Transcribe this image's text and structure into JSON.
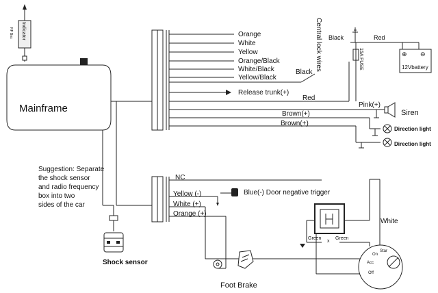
{
  "mainframe": {
    "label": "Mainframe"
  },
  "indicator": {
    "label": "Indicator",
    "rf_box": "RF Box"
  },
  "suggestion": [
    "Suggestion: Separate",
    "the shock sensor",
    "and radio frequency",
    "box into two",
    "sides of the car"
  ],
  "shock_sensor": {
    "label": "Shock sensor"
  },
  "connector_top": {
    "wires": [
      "Orange",
      "White",
      "Yellow",
      "Orange/Black",
      "White/Black",
      "Yellow/Black"
    ],
    "release_trunk": "Release trunk(+)",
    "red": "Red",
    "pink": "Pink(+)",
    "siren": "Siren",
    "brown1": "Brown(+)",
    "brown2": "Brown(+)",
    "direction_light_1": "Direction light",
    "direction_light_2": "Direction light"
  },
  "central_lock": {
    "label": "Central lock wires",
    "black_left": "Black",
    "black_top": "Black",
    "red": "Red",
    "fuse": "15A FUSE",
    "battery": "12Vbattery",
    "plus": "⊕",
    "minus": "⊖"
  },
  "connector_bottom": {
    "nc": "NC",
    "yellow": "Yellow (-)",
    "white": "White (+)",
    "orange": "Orange (+)",
    "door_trigger": "Blue(-) Door negative trigger",
    "green1": "Green",
    "x": "x",
    "green2": "Green",
    "white_right": "White",
    "foot_brake": "Foot Brake",
    "ign_start": "Star",
    "ign_on": "On",
    "ign_acc": "Acc",
    "ign_off": "Off"
  },
  "colors": {
    "line": "#222222",
    "background": "#ffffff"
  }
}
